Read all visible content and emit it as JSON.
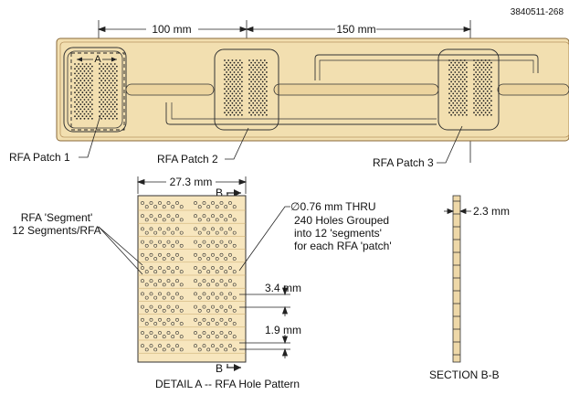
{
  "figure_id": "3840511-268",
  "dimensions": {
    "spacing_1": "100 mm",
    "spacing_2": "150 mm",
    "detail_width": "27.3 mm",
    "hole_diameter": "∅0.76 mm THRU",
    "segment_pitch": "3.4 mm",
    "hole_pitch": "1.9 mm",
    "section_thickness": "2.3 mm"
  },
  "labels": {
    "patch_1": "RFA Patch 1",
    "patch_2": "RFA Patch 2",
    "patch_3": "RFA Patch 3",
    "section_marker": "A",
    "cut_marker_top": "B",
    "cut_marker_bottom": "B",
    "segment_label_1": "RFA 'Segment'",
    "segment_label_2": "12 Segments/RFA",
    "holes_note_1": "240 Holes Grouped",
    "holes_note_2": "into 12 'segments'",
    "holes_note_3": "for each RFA 'patch'",
    "detail_caption": "DETAIL  A  -- RFA Hole Pattern",
    "section_caption": "SECTION B-B"
  },
  "colors": {
    "chamber": "#f2dfb0",
    "chamber_edge": "#d6b677",
    "detail_fill": "#f7e6be",
    "line": "#222222"
  }
}
